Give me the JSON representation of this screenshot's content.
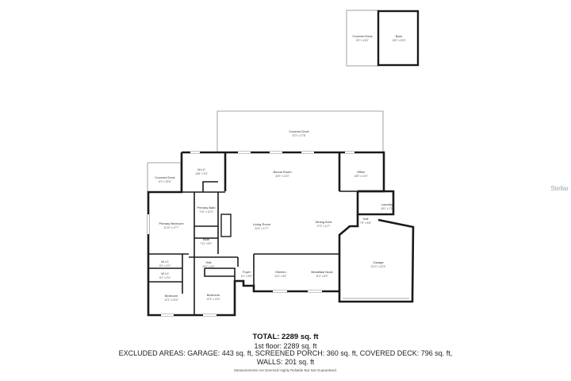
{
  "watermark": "Stellar",
  "summary": {
    "total": "TOTAL: 2289 sq. ft",
    "floor1": "1st floor: 2289 sq. ft",
    "excluded": "EXCLUDED AREAS: GARAGE: 443 sq. ft, SCREENED PORCH: 360 sq. ft, COVERED DECK: 796 sq. ft,",
    "walls": "WALLS: 201 sq. ft",
    "note": "Measurements Are Deemed Highly Reliable But Not Guaranteed."
  },
  "rooms": {
    "covered_deck_small": {
      "name": "Covered Deck",
      "dims": "5'0\" x 16'0\""
    },
    "barn": {
      "name": "Barn",
      "dims": "13'0\" x 15'3\""
    },
    "covered_deck_large": {
      "name": "Covered Deck",
      "dims": "47'2\" x 17'8\""
    },
    "covered_deck_left": {
      "name": "Covered Deck",
      "dims": "6'1\" x 25'0\""
    },
    "wic_top": {
      "name": "W.I.C",
      "dims": "10'8\" x 5'3\""
    },
    "bonus_room": {
      "name": "Bonus Room",
      "dims": "32'0\" x 11'0\""
    },
    "office": {
      "name": "Office",
      "dims": "10'8\" x 11'0\""
    },
    "laundry": {
      "name": "Laundry",
      "dims": "18'1\" x 7'0\""
    },
    "primary_bath": {
      "name": "Primary Bath",
      "dims": "7'10\" x 10'4\""
    },
    "primary_bedroom": {
      "name": "Primary Bedroom",
      "dims": "11'10\" x 17'7\""
    },
    "living_room": {
      "name": "Living Room",
      "dims": "22'4\" x 17'7\""
    },
    "dining_area": {
      "name": "Dining Area",
      "dims": "17'2\" x 11'7\""
    },
    "hall_right": {
      "name": "Hall",
      "dims": "7'9\" x 5'8\""
    },
    "bath": {
      "name": "Bath",
      "dims": "7'11\" x 8'1\""
    },
    "wic_mid": {
      "name": "W.I.C",
      "dims": "8'1\" x 4'0\""
    },
    "hall_left": {
      "name": "Hall",
      "dims": "18'1\" x 3'1\""
    },
    "wic_low": {
      "name": "W.I.C",
      "dims": "8'1\" x 3'4\""
    },
    "garage": {
      "name": "Garage",
      "dims": "22'11\" x 22'3\""
    },
    "foyer": {
      "name": "Foyer",
      "dims": "5'1\" x 8'0\""
    },
    "kitchen": {
      "name": "Kitchen",
      "dims": "14'1\" x 8'1\""
    },
    "breakfast_nook": {
      "name": "Breakfast Nook",
      "dims": "11'0\" x 8'0\""
    },
    "bedroom_1": {
      "name": "Bedroom",
      "dims": "12'1\" x 13'4\""
    },
    "bedroom_2": {
      "name": "Bedroom",
      "dims": "12'3\" x 13'4\""
    }
  }
}
